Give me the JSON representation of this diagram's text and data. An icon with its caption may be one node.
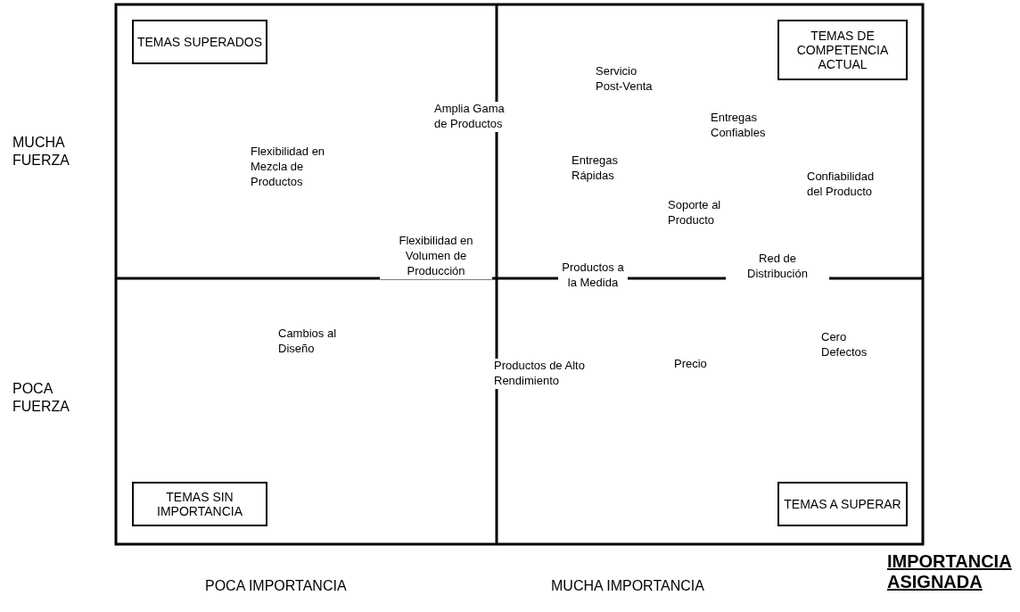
{
  "diagram": {
    "nodes": [
      {
        "text": [
          "TEMAS SUPERADOS"
        ]
      },
      {
        "text": [
          "TEMAS DE COMPETENCIA ACTUAL"
        ]
      },
      {
        "text": [
          "TEMAS SIN IMPORTANCIA"
        ]
      },
      {
        "text": [
          "TEMAS A SUPERAR"
        ]
      }
    ],
    "labels": [
      "Servicio Post-Venta",
      "Amplia Gama de Productos",
      "Entregas Confiables",
      "MUCHA FUERZA",
      "Flexibilidad en Mezcla de Productos",
      "Entregas Rápidas",
      "Confiabilidad del Producto",
      "Soporte al Producto",
      "Flexibilidad en Volumen de Producción",
      "Productos a la Medida",
      "Red de Distribución",
      "Cambios al Diseño",
      "Cero Defectos",
      "Precio",
      "Productos de Alto Rendimiento",
      "POCA FUERZA",
      "POCA IMPORTANCIA",
      "MUCHA IMPORTANCIA",
      "IMPORTANCIA ASIGNADA"
    ]
  }
}
